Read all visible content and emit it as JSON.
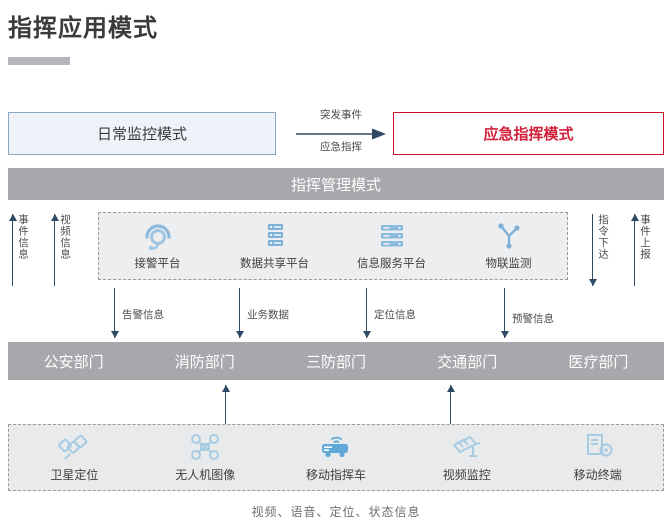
{
  "title": "指挥应用模式",
  "modes": {
    "normal_label": "日常监控模式",
    "emergency_label": "应急指挥模式",
    "transition_top": "突发事件",
    "transition_bottom": "应急指挥",
    "management_label": "指挥管理模式"
  },
  "left_arrows": [
    {
      "label": "事件信息",
      "direction": "up"
    },
    {
      "label": "视频信息",
      "direction": "up"
    }
  ],
  "right_arrows": [
    {
      "label": "指令下达",
      "direction": "down"
    },
    {
      "label": "事件上报",
      "direction": "up"
    }
  ],
  "platforms": [
    {
      "label": "接警平台",
      "icon": "headset-alarm-icon"
    },
    {
      "label": "数据共享平台",
      "icon": "database-stack-icon"
    },
    {
      "label": "信息服务平台",
      "icon": "server-rack-icon"
    },
    {
      "label": "物联监测",
      "icon": "iot-node-icon"
    }
  ],
  "flow_labels": [
    "告警信息",
    "业务数据",
    "定位信息",
    "预警信息"
  ],
  "departments": [
    "公安部门",
    "消防部门",
    "三防部门",
    "交通部门",
    "医疗部门"
  ],
  "devices": [
    {
      "label": "卫星定位",
      "icon": "satellite-icon"
    },
    {
      "label": "无人机图像",
      "icon": "drone-icon"
    },
    {
      "label": "移动指挥车",
      "icon": "command-vehicle-icon"
    },
    {
      "label": "视频监控",
      "icon": "cctv-camera-icon"
    },
    {
      "label": "移动终端",
      "icon": "mobile-terminal-icon"
    }
  ],
  "footer_note": "视频、语音、定位、状态信息",
  "colors": {
    "gray_bar": "#a6a8ab",
    "normal_mode_fill": "#eef3f9",
    "normal_mode_border": "#8ba7c2",
    "emergency_border": "#c8102e",
    "emergency_text": "#d2203a",
    "icon_blue": "#7fb0d6",
    "arrow_navy": "#2f4a66",
    "panel_fill": "#eceef0",
    "title_rule": "#b4b6b9"
  }
}
